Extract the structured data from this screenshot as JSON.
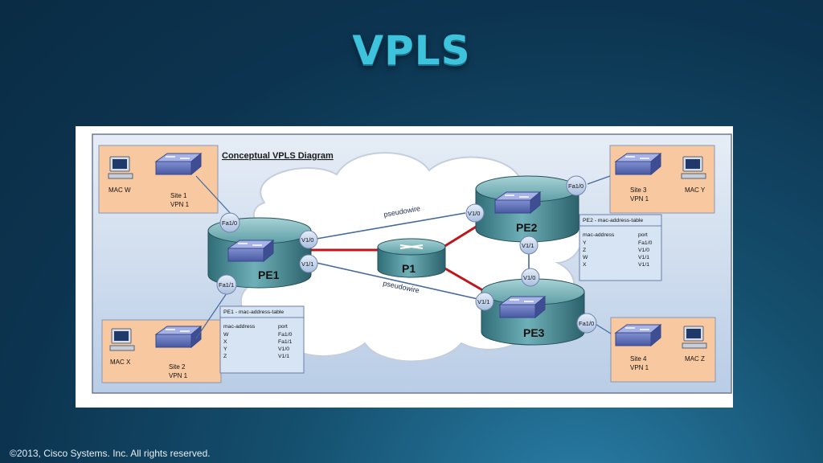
{
  "slide": {
    "title": "VPLS",
    "copyright": "©2013, Cisco Systems. Inc. All rights reserved."
  },
  "diagram": {
    "heading": "Conceptual VPLS Diagram",
    "colors": {
      "site_fill": "#f8c9a0",
      "table_fill": "#d6e4f4",
      "pseudowire_line": "#43699a",
      "core_line": "#c0151b",
      "router": "#4c8c95"
    },
    "sites": {
      "site1": {
        "mac": "MAC W",
        "site": "Site 1",
        "vpn": "VPN 1"
      },
      "site2": {
        "mac": "MAC X",
        "site": "Site 2",
        "vpn": "VPN 1"
      },
      "site3": {
        "mac": "MAC Y",
        "site": "Site 3",
        "vpn": "VPN 1"
      },
      "site4": {
        "mac": "MAC Z",
        "site": "Site 4",
        "vpn": "VPN 1"
      }
    },
    "routers": {
      "pe1": "PE1",
      "pe2": "PE2",
      "pe3": "PE3",
      "p1": "P1"
    },
    "ports": {
      "pe1_fa10": "Fa1/0",
      "pe1_fa11": "Fa1/1",
      "pe1_v10": "V1/0",
      "pe1_v11": "V1/1",
      "pe2_fa10": "Fa1/0",
      "pe2_v10": "V1/0",
      "pe2_v11": "V1/1",
      "pe3_v10": "V1/0",
      "pe3_v11": "V1/1",
      "pe3_fa10": "Fa1/0"
    },
    "links": {
      "pseudowire_top": "pseudowire",
      "pseudowire_bottom": "pseudowire"
    },
    "tables": {
      "pe1": {
        "title": "PE1 - mac-address-table",
        "col1": "mac-address",
        "col2": "port",
        "rows": [
          [
            "W",
            "Fa1/0"
          ],
          [
            "X",
            "Fa1/1"
          ],
          [
            "Y",
            "V1/0"
          ],
          [
            "Z",
            "V1/1"
          ]
        ]
      },
      "pe2": {
        "title": "PE2 - mac-address-table",
        "col1": "mac-address",
        "col2": "port",
        "rows": [
          [
            "Y",
            "Fa1/0"
          ],
          [
            "Z",
            "V1/0"
          ],
          [
            "W",
            "V1/1"
          ],
          [
            "X",
            "V1/1"
          ]
        ]
      }
    }
  }
}
